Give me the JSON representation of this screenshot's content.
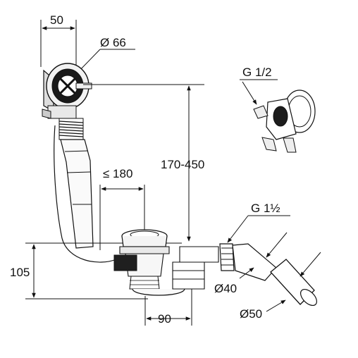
{
  "dimensions": {
    "width_top": "50",
    "diameter_overflow": "Ø 66",
    "thread_small": "G 1/2",
    "height_range": "170-450",
    "max_depth": "≤ 180",
    "thread_large": "G 1½",
    "height_trap": "105",
    "outlet_d40": "Ø40",
    "outlet_d50": "Ø50",
    "spacing_bottom": "90"
  }
}
